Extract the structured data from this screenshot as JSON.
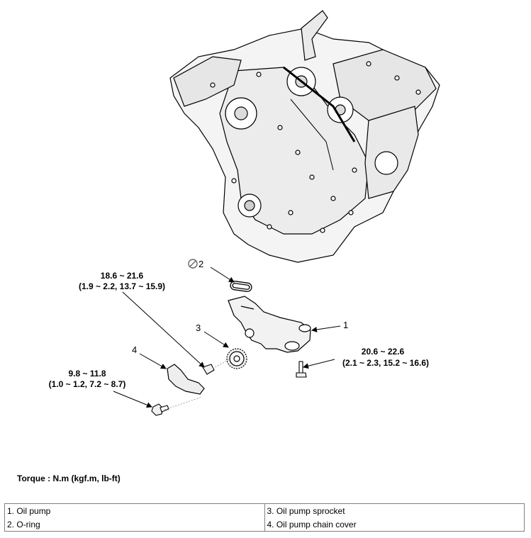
{
  "callouts": {
    "c1": "1",
    "c2": "2",
    "c3": "3",
    "c4": "4"
  },
  "torque_specs": {
    "pump_bolt": {
      "nm": "18.6 ~ 21.6",
      "alt": "(1.9 ~ 2.2, 13.7 ~ 15.9)"
    },
    "cover_bolt": {
      "nm": "9.8 ~ 11.8",
      "alt": "(1.0 ~ 1.2, 7.2 ~ 8.7)"
    },
    "pump_lower_bolt": {
      "nm": "20.6 ~ 22.6",
      "alt": "(2.1 ~ 2.3, 15.2 ~ 16.6)"
    }
  },
  "torque_unit_label": "Torque : N.m (kgf.m, lb-ft)",
  "legend": [
    [
      "1. Oil pump",
      "3. Oil pump sprocket"
    ],
    [
      "2. O-ring",
      "4. Oil pump chain cover"
    ]
  ],
  "icons": {
    "replace_marker": "do-not-reuse-icon"
  }
}
